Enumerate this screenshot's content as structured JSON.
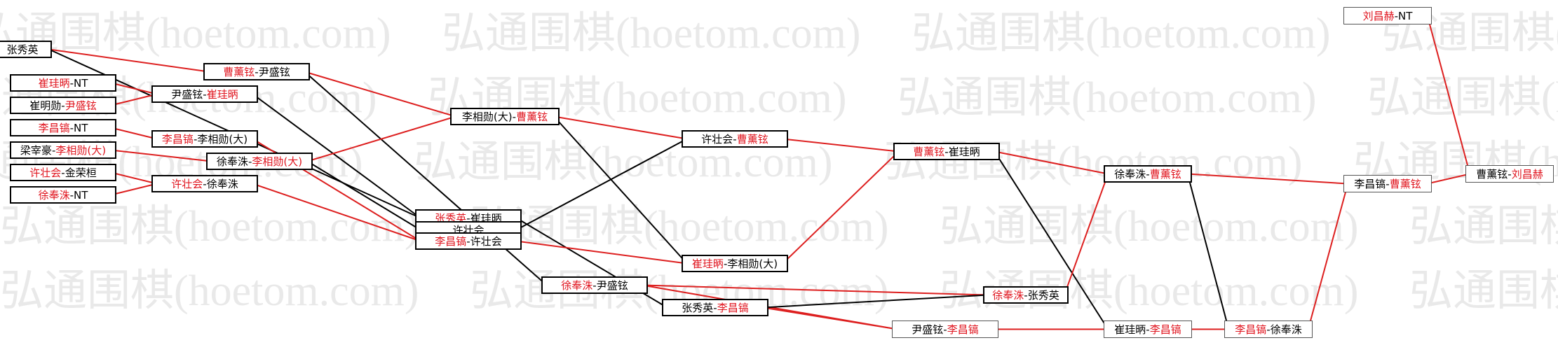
{
  "watermark": "弘通围棋(hoetom.com)",
  "colors": {
    "winner_text": "#e0141e",
    "win_line": "#dd1f1f",
    "loss_line": "#000000",
    "border": "#000000"
  },
  "matches": [
    {
      "id": "m0",
      "p1": "张秀英",
      "p2": ""
    },
    {
      "id": "m1",
      "p1": "崔珪昞",
      "p2": "NT",
      "winner": 1
    },
    {
      "id": "m2",
      "p1": "崔明勋",
      "p2": "尹盛铉",
      "winner": 2
    },
    {
      "id": "m3",
      "p1": "李昌镐",
      "p2": "NT",
      "winner": 1
    },
    {
      "id": "m4",
      "p1": "梁宰豪",
      "p2": "李相勋(大)",
      "winner": 2
    },
    {
      "id": "m5",
      "p1": "许壮会",
      "p2": "金荣桓",
      "winner": 1
    },
    {
      "id": "m6",
      "p1": "徐奉洙",
      "p2": "NT",
      "winner": 1
    },
    {
      "id": "m7",
      "p1": "曹薰铉",
      "p2": "尹盛铉",
      "winner": 1
    },
    {
      "id": "m8",
      "p1": "尹盛铉",
      "p2": "崔珪昞",
      "winner": 2
    },
    {
      "id": "m9",
      "p1": "李昌镐",
      "p2": "李相勋(大)",
      "winner": 1
    },
    {
      "id": "m10",
      "p1": "徐奉洙",
      "p2": "李相勋(大)",
      "winner": 2
    },
    {
      "id": "m11",
      "p1": "许壮会",
      "p2": "徐奉洙",
      "winner": 1
    },
    {
      "id": "m12",
      "p1": "张秀英",
      "p2": "崔珪昞",
      "winner": 1
    },
    {
      "id": "m13",
      "p1": "",
      "p2": "许壮会"
    },
    {
      "id": "m14",
      "p1": "李昌镐",
      "p2": "许壮会",
      "winner": 1
    },
    {
      "id": "m15",
      "p1": "李相勋(大)",
      "p2": "曹薰铉",
      "winner": 2
    },
    {
      "id": "m16",
      "p1": "许壮会",
      "p2": "曹薰铉",
      "winner": 2
    },
    {
      "id": "m17",
      "p1": "崔珪昞",
      "p2": "李相勋(大)",
      "winner": 1
    },
    {
      "id": "m18",
      "p1": "徐奉洙",
      "p2": "尹盛铉",
      "winner": 1
    },
    {
      "id": "m19",
      "p1": "张秀英",
      "p2": "李昌镐",
      "winner": 2
    },
    {
      "id": "m20",
      "p1": "曹薰铉",
      "p2": "崔珪昞",
      "winner": 1
    },
    {
      "id": "m21",
      "p1": "徐奉洙",
      "p2": "张秀英",
      "winner": 1
    },
    {
      "id": "m22",
      "p1": "尹盛铉",
      "p2": "李昌镐",
      "winner": 2
    },
    {
      "id": "m23",
      "p1": "徐奉洙",
      "p2": "曹薰铉",
      "winner": 2
    },
    {
      "id": "m24",
      "p1": "崔珪昞",
      "p2": "李昌镐",
      "winner": 2
    },
    {
      "id": "m25",
      "p1": "李昌镐",
      "p2": "徐奉洙",
      "winner": 1
    },
    {
      "id": "m26",
      "p1": "李昌镐",
      "p2": "曹薰铉",
      "winner": 2
    },
    {
      "id": "m27",
      "p1": "刘昌赫",
      "p2": "NT",
      "winner": 1
    },
    {
      "id": "m28",
      "p1": "曹薰铉",
      "p2": "刘昌赫",
      "winner": 2
    }
  ]
}
